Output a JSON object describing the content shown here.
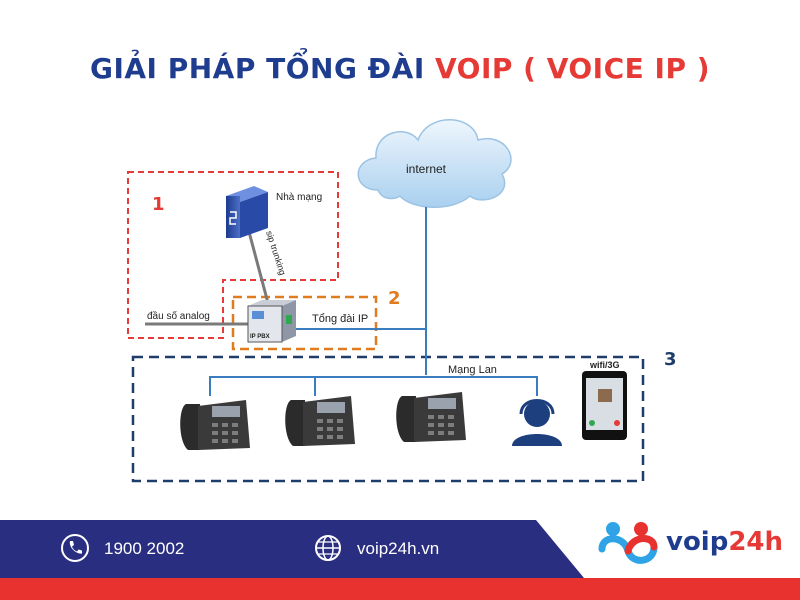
{
  "title": {
    "part1": "GIẢI PHÁP TỔNG ĐÀI ",
    "part2": "VOIP ( VOICE IP )"
  },
  "diagram": {
    "internet_label": "internet",
    "provider_label": "Nhà mạng",
    "sip_label": "sip trunking",
    "analog_label": "đầu số analog",
    "pbx_label": "Tổng đài IP",
    "pbx_box_text": "IP PBX",
    "lan_label": "Mạng Lan",
    "wifi_label": "wifi/3G",
    "zone1": "1",
    "zone2": "2",
    "zone3": "3"
  },
  "footer": {
    "phone": "1900 2002",
    "website": "voip24h.vn",
    "brand_part1": "voip",
    "brand_part2": "24h"
  },
  "colors": {
    "brand_blue": "#1f3d8f",
    "brand_red": "#e53a35",
    "zone1_border": "#e53a35",
    "zone2_border": "#e07b20",
    "zone3_border": "#1f3d6b",
    "network_line": "#3a7cc0"
  },
  "icons": [
    "phone-icon",
    "globe-icon",
    "voip24h-logo-icon",
    "cloud-icon",
    "server-icon",
    "ip-phone-icon",
    "headset-agent-icon",
    "smartphone-icon"
  ]
}
